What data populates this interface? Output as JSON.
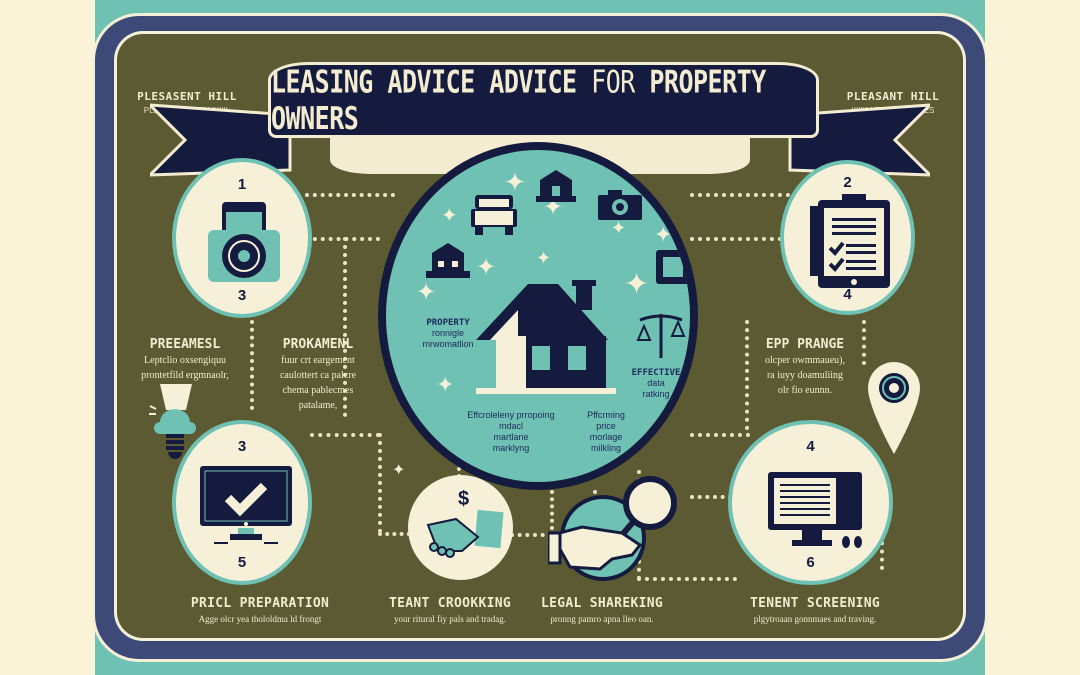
{
  "colors": {
    "olive": "#5b5a33",
    "navy": "#141b3e",
    "frame_blue": "#3d4a78",
    "teal": "#6fc1b3",
    "cream": "#f6f0d8"
  },
  "corner_labels": {
    "left": {
      "title": "PLESASENT HILL",
      "subtitle": "PLESL IIID PIOIONNIIIL"
    },
    "right": {
      "title": "PLEASANT HILL",
      "subtitle": "IIIIIIIY EPIIILIIFS DZES"
    }
  },
  "banner": {
    "part1": "LEASING ADVICE ADVICE ",
    "part2": "FOR",
    "part3": " PROPERTY OWNERS"
  },
  "steps": {
    "top_left": {
      "top_number": "1",
      "bottom_number": "3",
      "icon": "camera-icon"
    },
    "top_right": {
      "top_number": "2",
      "bottom_number": "4",
      "icon": "clipboard-checklist-icon"
    },
    "bottom_left": {
      "top_number": "3",
      "bottom_number": "5",
      "icon": "monitor-checkmark-icon"
    },
    "bottom_right": {
      "top_number": "4",
      "bottom_number": "6",
      "icon": "monitor-document-icon"
    }
  },
  "side_sections": {
    "left_1": {
      "heading": "PREEAMESL",
      "lines": [
        "Leptclio oxsengiquu",
        "prontetfild ergmnaolr,"
      ]
    },
    "left_2": {
      "heading": "PROKAMENL",
      "lines": [
        "fuur crt eargement",
        "caulottert ca palcre",
        "chema pablecmes",
        "patalame,"
      ]
    },
    "right_1": {
      "heading": "EPP PRANGE",
      "lines": [
        "olcper owmmaueu),",
        "ra iuyy doamuliing",
        "olr fio eunnn."
      ]
    }
  },
  "center": {
    "left_text": {
      "heading": "PROPERTY",
      "lines": [
        "ronnigle",
        "mrwomatlion"
      ]
    },
    "right_text": {
      "heading": "EFFECTIVE",
      "lines": [
        "data",
        "ratking"
      ]
    },
    "bottom_left_text": [
      "Effcroleleny prropoing",
      "mdacl",
      "martlane",
      "marklyng"
    ],
    "bottom_right_text": [
      "Pffcrming",
      "price",
      "morlage",
      "milkling"
    ]
  },
  "bottom_labels": [
    {
      "heading": "PRICL PREPARATION",
      "desc": "Agge olcr yea thololdma ld frongt"
    },
    {
      "heading": "TEANT CROOKKING",
      "desc": "your ritural fiy pals and tradag."
    },
    {
      "heading": "LEGAL SHAREKING",
      "desc": "pronng pamro apna lleo oan."
    },
    {
      "heading": "TENENT SCREENING",
      "desc": "plgytroaan gonnmaes and traving."
    }
  ],
  "icons": [
    "camera-icon",
    "clipboard-checklist-icon",
    "monitor-checkmark-icon",
    "monitor-document-icon",
    "house-icon",
    "truck-icon",
    "building-icon",
    "scales-icon",
    "lightbulb-icon",
    "location-pin-icon",
    "handshake-dollar-icon",
    "hand-magnifier-icon",
    "sparkle-icon"
  ]
}
